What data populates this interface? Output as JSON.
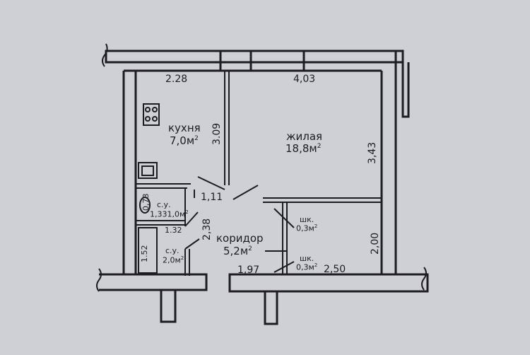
{
  "rooms": {
    "kitchen": {
      "name": "кухня",
      "area": "7,0м",
      "sup": "2"
    },
    "living": {
      "name": "жилая",
      "area": "18,8м",
      "sup": "2"
    },
    "corridor": {
      "name": "коридор",
      "area": "5,2м",
      "sup": "2"
    },
    "wc": {
      "name": "с.у.",
      "area": "1,33",
      "area2": "1,0м",
      "sup": "2"
    },
    "bath": {
      "name": "с.у.",
      "area": "2,0м",
      "sup": "2"
    },
    "closet1": {
      "name": "шк.",
      "area": "0,3м",
      "sup": "2"
    },
    "closet2": {
      "name": "шк.",
      "area": "0,3м",
      "sup": "2"
    }
  },
  "dims": {
    "kitchen_width": "2.28",
    "living_width": "4,03",
    "kitchen_height": "3.09",
    "living_height": "3,43",
    "passage": "1,11",
    "corridor_diag": "2,38",
    "wc_small": "0,73",
    "wc_width": "1.32",
    "bath_height": "1.52",
    "corridor_bottom": "1,97",
    "closet_bottom": "2,50",
    "right_lower": "2,00"
  },
  "colors": {
    "wall": "#1c1c22",
    "paper": "#cfd0d6"
  }
}
